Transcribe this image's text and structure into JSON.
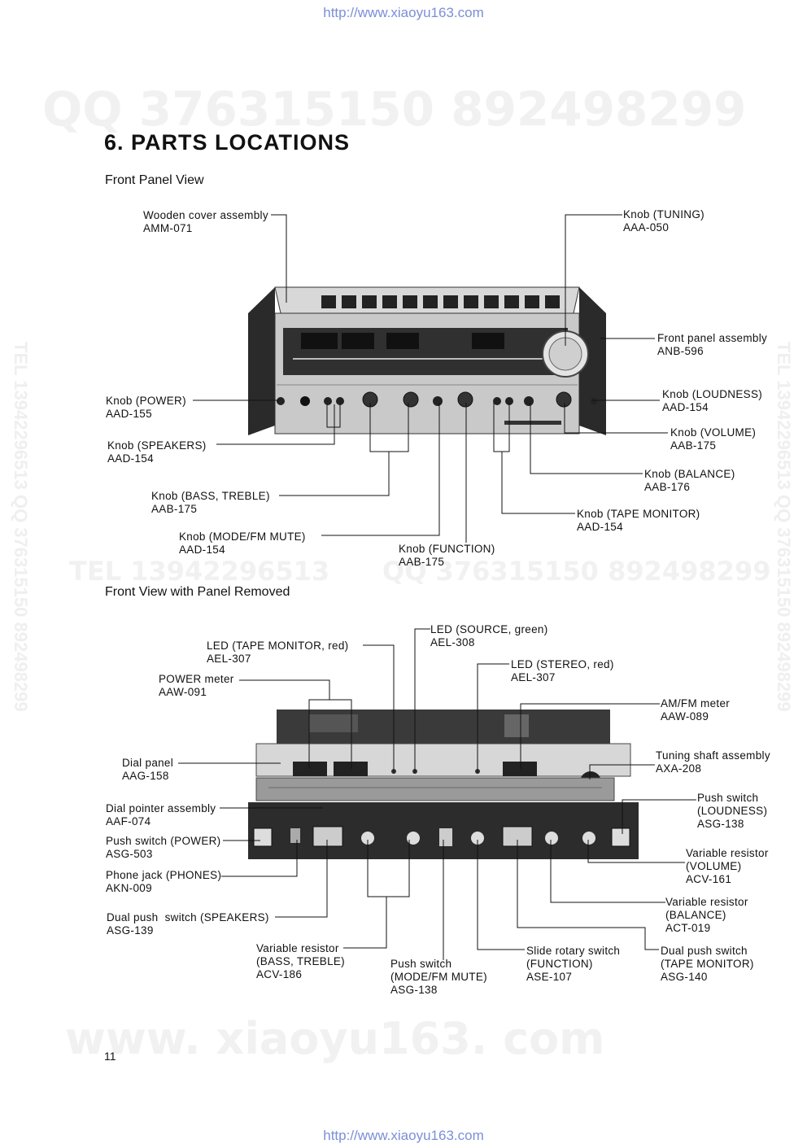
{
  "header_url": "http://www.xiaoyu163.com",
  "footer_url": "http://www.xiaoyu163.com",
  "watermarks": {
    "top": "QQ 376315150   892498299",
    "mid_left": "TEL 13942296513",
    "mid_right": "QQ 376315150 892498299",
    "bottom": "www. xiaoyu163. com",
    "side_left": "TEL 13942296513  QQ 376315150 892498299",
    "side_right": "TEL 13942296513  QQ 376315150 892498299"
  },
  "section_title": "6. PARTS  LOCATIONS",
  "front_panel": {
    "heading": "Front Panel View",
    "labels": [
      {
        "name": "Wooden cover assembly",
        "code": "AMM-071"
      },
      {
        "name": "Knob (TUNING)",
        "code": "AAA-050"
      },
      {
        "name": "Front panel assembly",
        "code": "ANB-596"
      },
      {
        "name": "Knob (POWER)",
        "code": "AAD-155"
      },
      {
        "name": "Knob (LOUDNESS)",
        "code": "AAD-154"
      },
      {
        "name": "Knob (VOLUME)",
        "code": "AAB-175"
      },
      {
        "name": "Knob (SPEAKERS)",
        "code": "AAD-154"
      },
      {
        "name": "Knob (BALANCE)",
        "code": "AAB-176"
      },
      {
        "name": "Knob (BASS, TREBLE)",
        "code": "AAB-175"
      },
      {
        "name": "Knob (TAPE MONITOR)",
        "code": "AAD-154"
      },
      {
        "name": "Knob (MODE/FM MUTE)",
        "code": "AAD-154"
      },
      {
        "name": "Knob (FUNCTION)",
        "code": "AAB-175"
      }
    ]
  },
  "panel_removed": {
    "heading": "Front View with Panel Removed",
    "labels": [
      {
        "name": "LED (SOURCE, green)",
        "code": "AEL-308"
      },
      {
        "name": "LED (TAPE MONITOR, red)",
        "code": "AEL-307"
      },
      {
        "name": "LED (STEREO, red)",
        "code": "AEL-307"
      },
      {
        "name": "POWER meter",
        "code": "AAW-091"
      },
      {
        "name": "AM/FM meter",
        "code": "AAW-089"
      },
      {
        "name": "Dial panel",
        "code": "AAG-158"
      },
      {
        "name": "Tuning shaft assembly",
        "code": "AXA-208"
      },
      {
        "name": "Dial pointer assembly",
        "code": "AAF-074"
      },
      {
        "name": "Push switch\n(LOUDNESS)",
        "code": "ASG-138"
      },
      {
        "name": "Push switch (POWER)",
        "code": "ASG-503"
      },
      {
        "name": "Variable resistor\n(VOLUME)",
        "code": "ACV-161"
      },
      {
        "name": "Phone jack (PHONES)",
        "code": "AKN-009"
      },
      {
        "name": "Variable resistor\n(BALANCE)",
        "code": "ACT-019"
      },
      {
        "name": "Dual push  switch (SPEAKERS)",
        "code": "ASG-139"
      },
      {
        "name": "Variable resistor\n(BASS, TREBLE)",
        "code": "ACV-186"
      },
      {
        "name": "Push switch\n(MODE/FM MUTE)",
        "code": "ASG-138"
      },
      {
        "name": "Slide rotary switch\n(FUNCTION)",
        "code": "ASE-107"
      },
      {
        "name": "Dual push switch\n(TAPE MONITOR)",
        "code": "ASG-140"
      }
    ]
  },
  "page_number": "11"
}
